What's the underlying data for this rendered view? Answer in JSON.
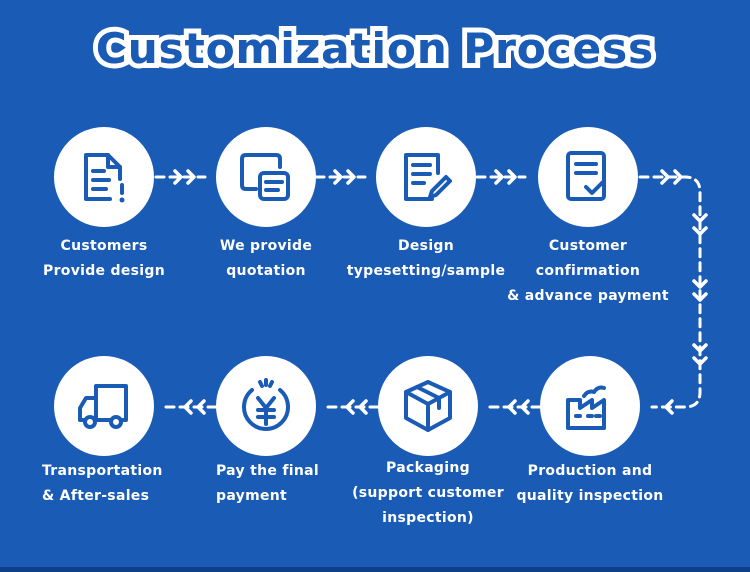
{
  "title": "Customization Process",
  "steps": [
    {
      "lines": [
        "Customers",
        "Provide design"
      ],
      "icon": "document-alert-icon"
    },
    {
      "lines": [
        "We provide",
        "quotation"
      ],
      "icon": "quotation-windows-icon"
    },
    {
      "lines": [
        "Design",
        "typesetting/sample"
      ],
      "icon": "document-pen-icon"
    },
    {
      "lines": [
        "Customer",
        "confirmation",
        "& advance payment"
      ],
      "icon": "document-check-icon"
    },
    {
      "lines": [
        "Production and",
        "quality inspection"
      ],
      "icon": "factory-icon"
    },
    {
      "lines": [
        "Packaging",
        "(support customer",
        "inspection)"
      ],
      "icon": "package-box-icon"
    },
    {
      "lines": [
        "Pay the final",
        "payment"
      ],
      "icon": "yuan-coin-icon"
    },
    {
      "lines": [
        "Transportation",
        "& After-sales"
      ],
      "icon": "delivery-truck-icon"
    }
  ],
  "colors": {
    "background": "#1a5bb5",
    "icon_stroke": "#1a5bb5",
    "circle": "#ffffff",
    "text": "#ffffff"
  }
}
